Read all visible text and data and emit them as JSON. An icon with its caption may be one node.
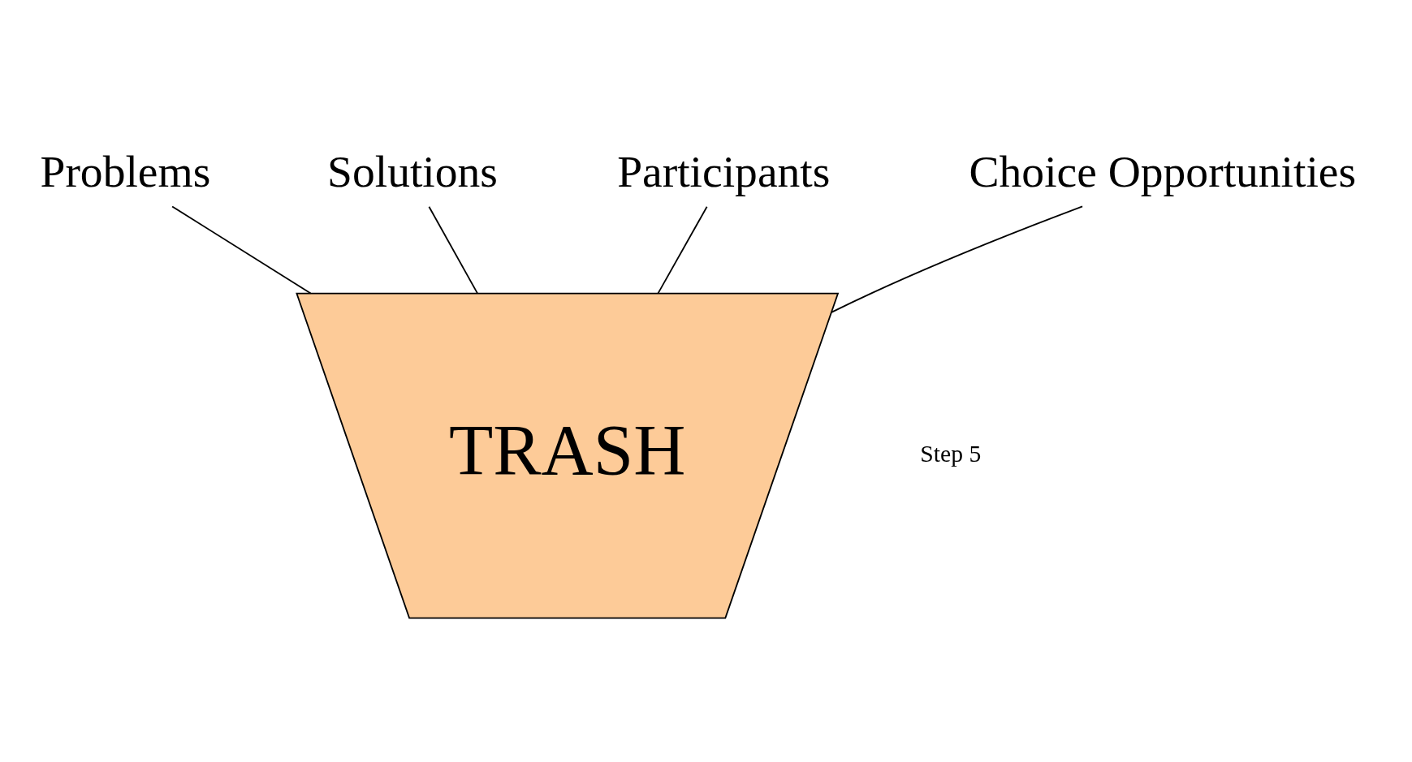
{
  "diagram": {
    "nodes": [
      {
        "text": [
          "Problems"
        ]
      },
      {
        "text": [
          "Solutions"
        ]
      },
      {
        "text": [
          "Participants"
        ]
      },
      {
        "text": [
          "Choice Opportunities"
        ]
      },
      {
        "text": [
          "TRASH"
        ]
      }
    ],
    "edges": [
      {
        "from": 0,
        "to": 4,
        "arrow": "none"
      },
      {
        "from": 1,
        "to": 4,
        "arrow": "none"
      },
      {
        "from": 2,
        "to": 4,
        "arrow": "none"
      },
      {
        "from": 3,
        "to": 4,
        "arrow": "none"
      }
    ],
    "labels": [
      "Step 5"
    ]
  }
}
